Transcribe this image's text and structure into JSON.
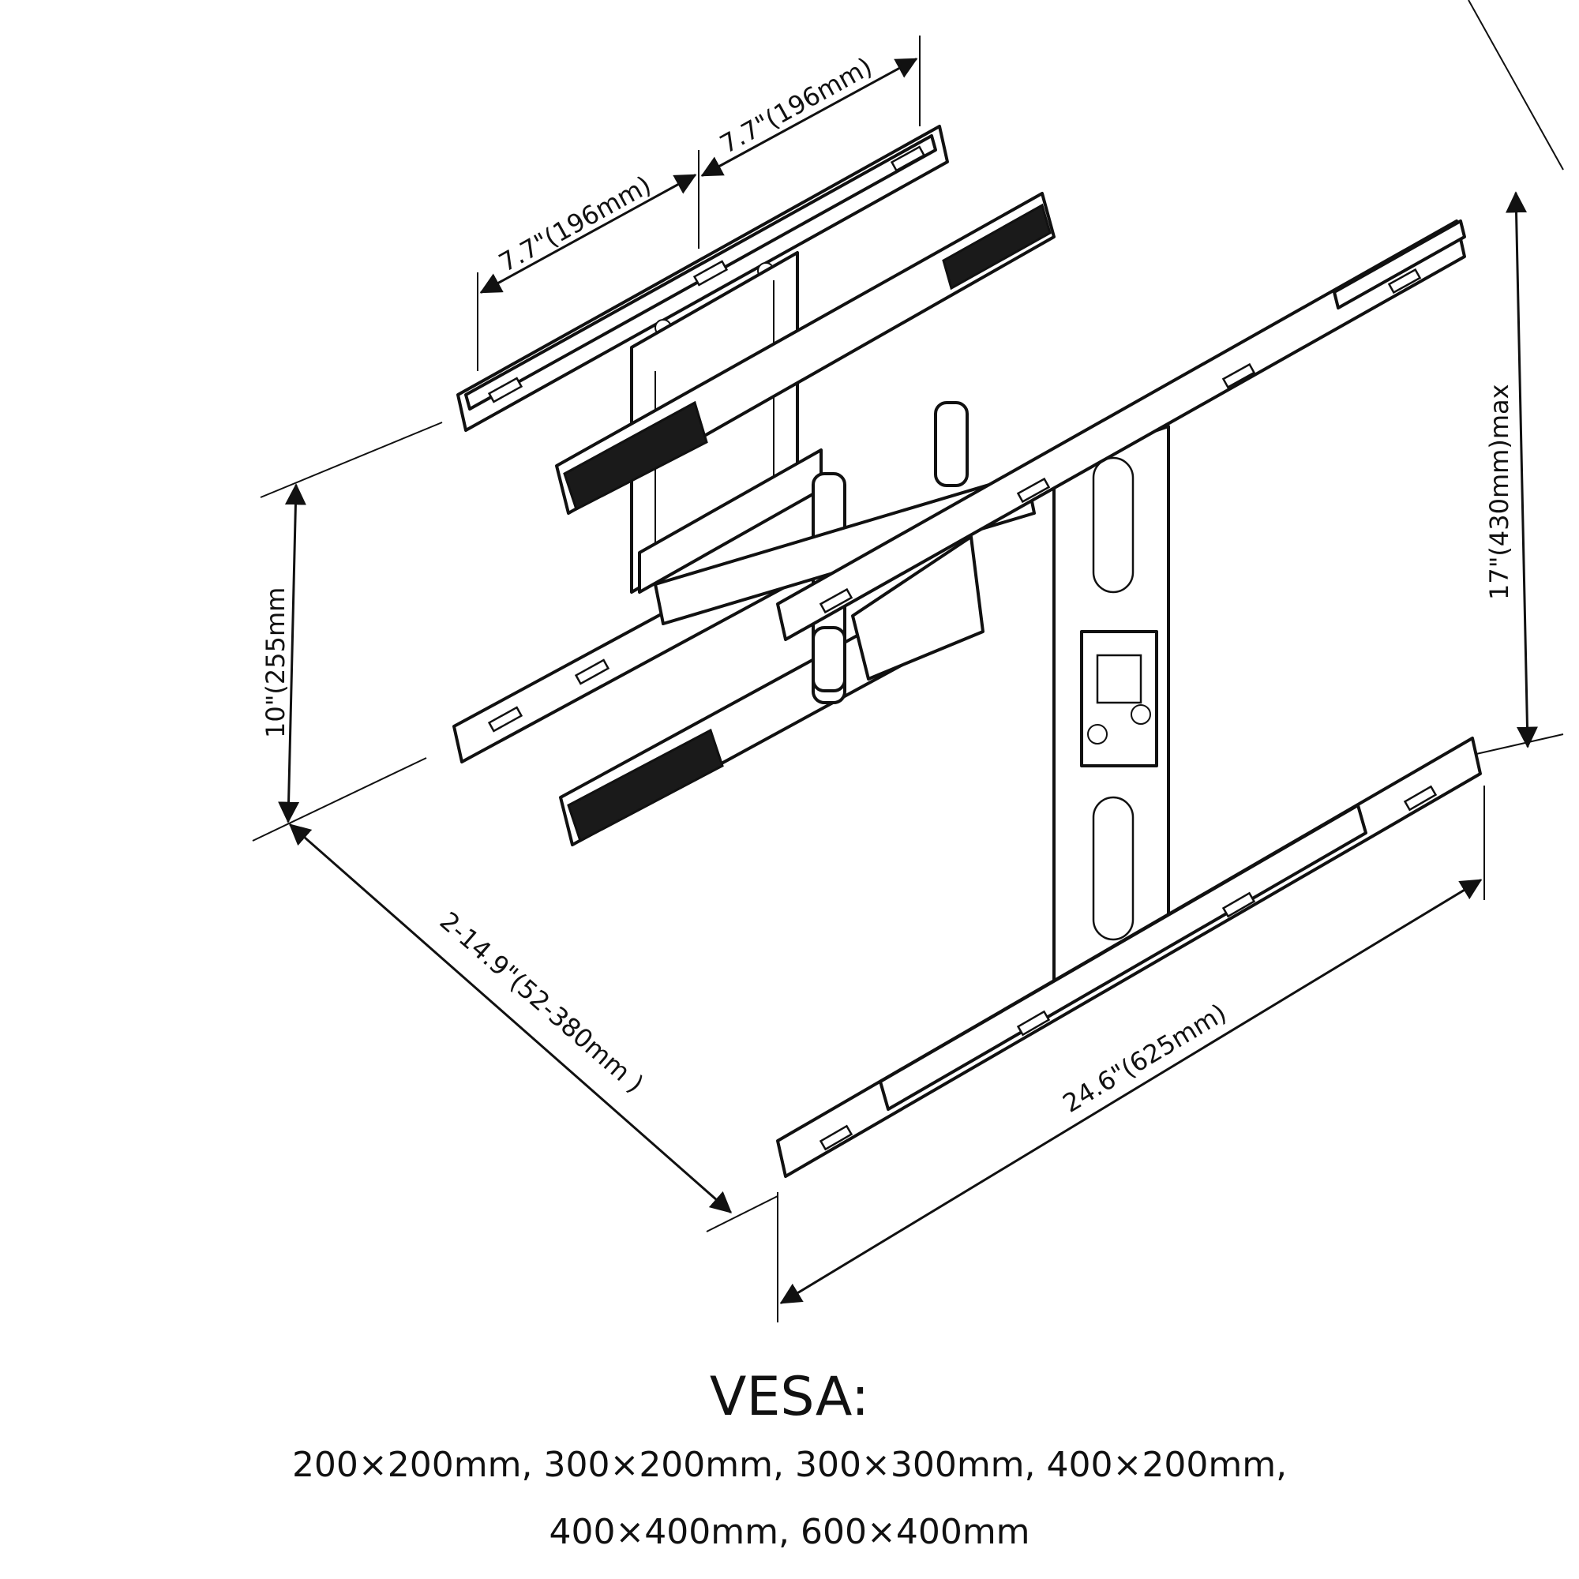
{
  "dimensions": {
    "upper_span_1": "7.7\"(196mm)",
    "upper_span_2": "7.7\"(196mm)",
    "arm_height": "10\"(255mm",
    "bracket_height": "17\"(430mm)max",
    "extension": "2-14.9\"(52-380mm )",
    "bracket_width": "24.6\"(625mm)"
  },
  "vesa": {
    "title": "VESA:",
    "line1": "200×200mm, 300×200mm, 300×300mm, 400×200mm,",
    "line2": "400×400mm, 600×400mm"
  }
}
